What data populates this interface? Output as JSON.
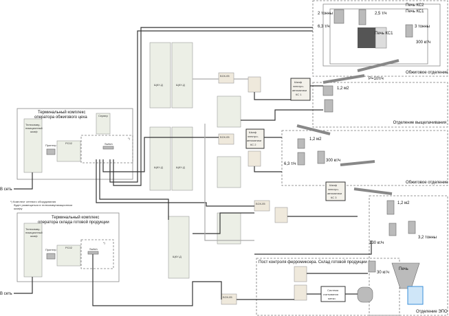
{
  "zones": {
    "roasting_top": "Обжиговое отделение",
    "furnace_ks2": "Печь КС2",
    "furnace_ks1": "Печь КС1",
    "leaching": "Отделение выщелачивания",
    "roasting_mid": "Обжиговое отделение",
    "epo": "Отделение ЭПО",
    "control_post": "Пост контроля ферромиксера. Склад готовой продукции"
  },
  "labels": {
    "t2": "2 тонны",
    "r25": "2,5 т/ч",
    "r63a": "6,3 т/ч",
    "t3": "3 тонны",
    "k300a": "300 кг/ч",
    "p10": "Р=10т/ч",
    "m12a": "1,2 м2",
    "m12b": "1,2 м2",
    "m12c": "1,2 м2",
    "k300b": "300 кг/ч",
    "r63b": "6,3 т/ч",
    "k130": "130 кг/ч",
    "t32": "3,2 тонны",
    "k30": "30 кг/ч",
    "furnace_ks1_body": "Печь КС1",
    "furnace_epo": "Печь"
  },
  "cabinets": {
    "shku": "ЩКУ-Д",
    "bsk": "БСК-05",
    "ks1": [
      "Шкаф",
      "электро-",
      "автоматики",
      "КС 1"
    ],
    "ks2": [
      "Шкаф",
      "электро-",
      "автоматики",
      "КС 2"
    ],
    "ks3": [
      "Шкаф",
      "электро-",
      "автоматики",
      "КС 3"
    ],
    "reader": [
      "Система",
      "считывания",
      "метки"
    ]
  },
  "terminal1": {
    "title1": "Терминальный комплекс",
    "title2": "оператора обжигового цеха",
    "telecom": [
      "Телекомму-",
      "никационный",
      "шкаф"
    ],
    "server": "Сервер",
    "pc": "PC02",
    "printer": "Принтер",
    "switch": "Switch",
    "note": "*)"
  },
  "terminal2": {
    "title1": "Терминальный комплекс",
    "title2": "оператора склада готовой продукции",
    "telecom": [
      "Телекомму-",
      "никационный",
      "шкаф"
    ],
    "pc": "PC02",
    "printer": "Принтер",
    "switch": "Switch",
    "note": "*)"
  },
  "network": {
    "out1": "В сеть",
    "out2": "В сеть"
  },
  "footnote": [
    "*) Комплект сетевого оборудования",
    "будет размещаться в телекоммуникационном",
    "шкафу"
  ]
}
